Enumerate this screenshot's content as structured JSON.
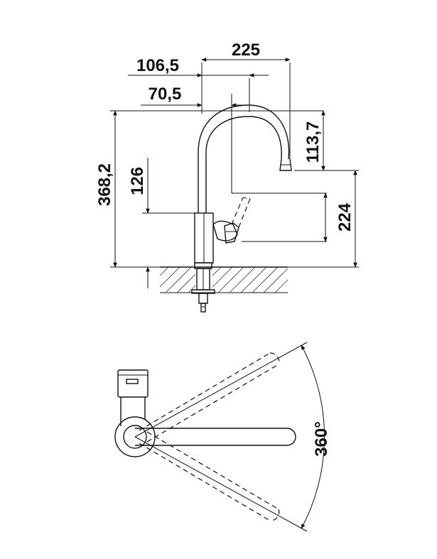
{
  "side_view": {
    "dimensions": {
      "reach_total": "225",
      "reach_spout": "106,5",
      "lever_offset": "70,5",
      "spout_drop": "113,7",
      "total_height": "368,2",
      "lever_height": "126",
      "outlet_height": "224"
    }
  },
  "top_view": {
    "rotation_label": "360°"
  }
}
